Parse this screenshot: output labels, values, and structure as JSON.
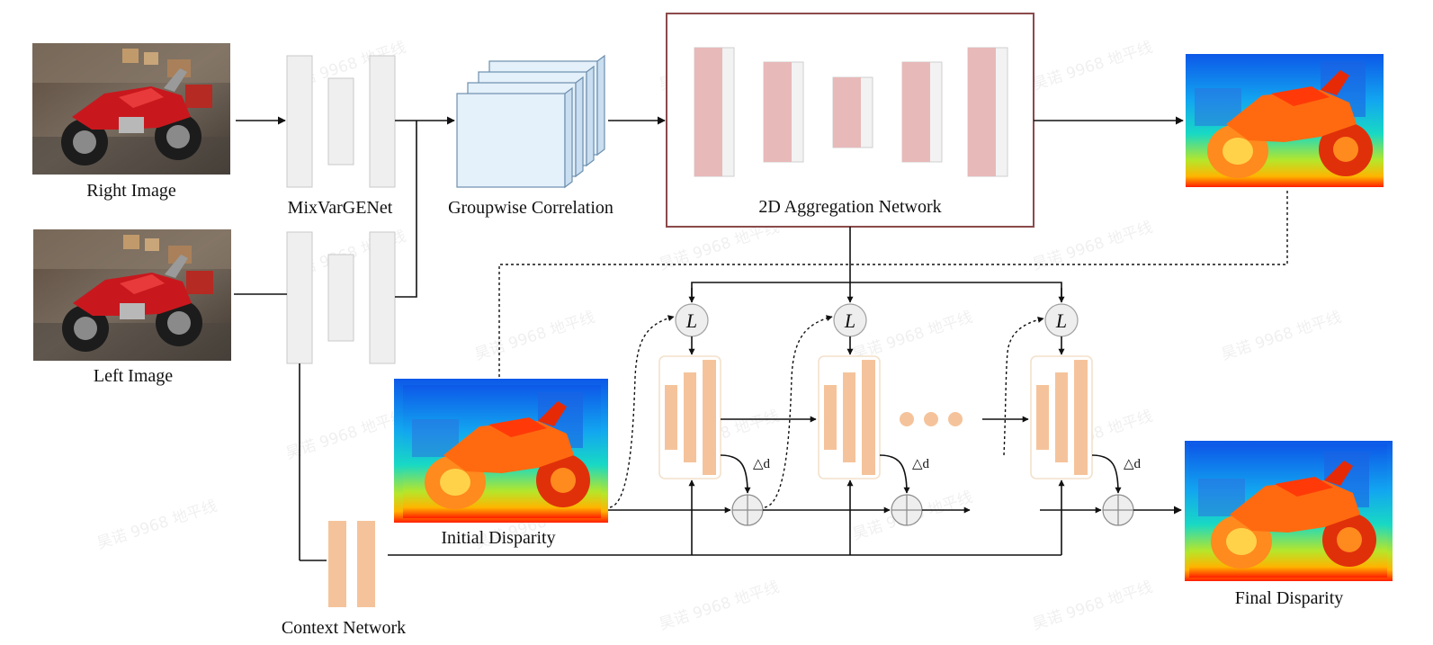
{
  "labels": {
    "right_image": "Right Image",
    "left_image": "Left Image",
    "feature_net": "MixVarGENet",
    "correlation": "Groupwise  Correlation",
    "aggregation": "2D Aggregation  Network",
    "initial_disparity": "Initial Disparity",
    "context_net": "Context Network",
    "final_disparity": "Final Disparity",
    "loss_symbol": "L",
    "delta_symbol": "△d"
  },
  "watermark": "昊诺 9968 地平线",
  "colors": {
    "feature_block": "#efefef",
    "correlation_face": "#e4f0fa",
    "correlation_edge": "#6d8fad",
    "aggregation_border": "#8b4a4a",
    "aggregation_bar": "#e8b9b9",
    "refine_bar": "#f5c39b",
    "refine_border": "#f3e1cb",
    "context_bar": "#f5c39b"
  }
}
